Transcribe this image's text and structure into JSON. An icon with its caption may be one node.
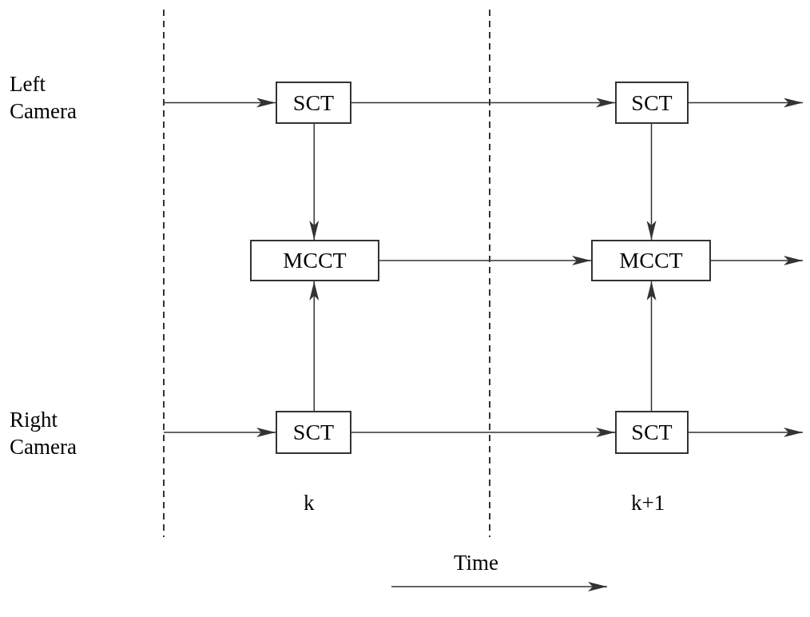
{
  "diagram": {
    "nodes": [
      {
        "text": [
          "SCT"
        ]
      },
      {
        "text": [
          "SCT"
        ]
      },
      {
        "text": [
          "MCCT"
        ]
      },
      {
        "text": [
          "MCCT"
        ]
      },
      {
        "text": [
          "SCT"
        ]
      },
      {
        "text": [
          "SCT"
        ]
      }
    ],
    "edges": [
      {
        "from": null,
        "to": 0,
        "arrow": "to"
      },
      {
        "from": 0,
        "to": 1,
        "arrow": "to"
      },
      {
        "from": 1,
        "to": null,
        "arrow": "to"
      },
      {
        "from": 0,
        "to": 2,
        "arrow": "to"
      },
      {
        "from": 1,
        "to": 3,
        "arrow": "to"
      },
      {
        "from": 2,
        "to": 3,
        "arrow": "to"
      },
      {
        "from": 3,
        "to": null,
        "arrow": "to"
      },
      {
        "from": 4,
        "to": 2,
        "arrow": "to"
      },
      {
        "from": 5,
        "to": 3,
        "arrow": "to"
      },
      {
        "from": null,
        "to": 4,
        "arrow": "to"
      },
      {
        "from": 4,
        "to": 5,
        "arrow": "to"
      },
      {
        "from": 5,
        "to": null,
        "arrow": "to"
      }
    ],
    "labels": [
      "Left Camera",
      "Right Camera",
      "k",
      "k+1",
      "Time"
    ]
  }
}
